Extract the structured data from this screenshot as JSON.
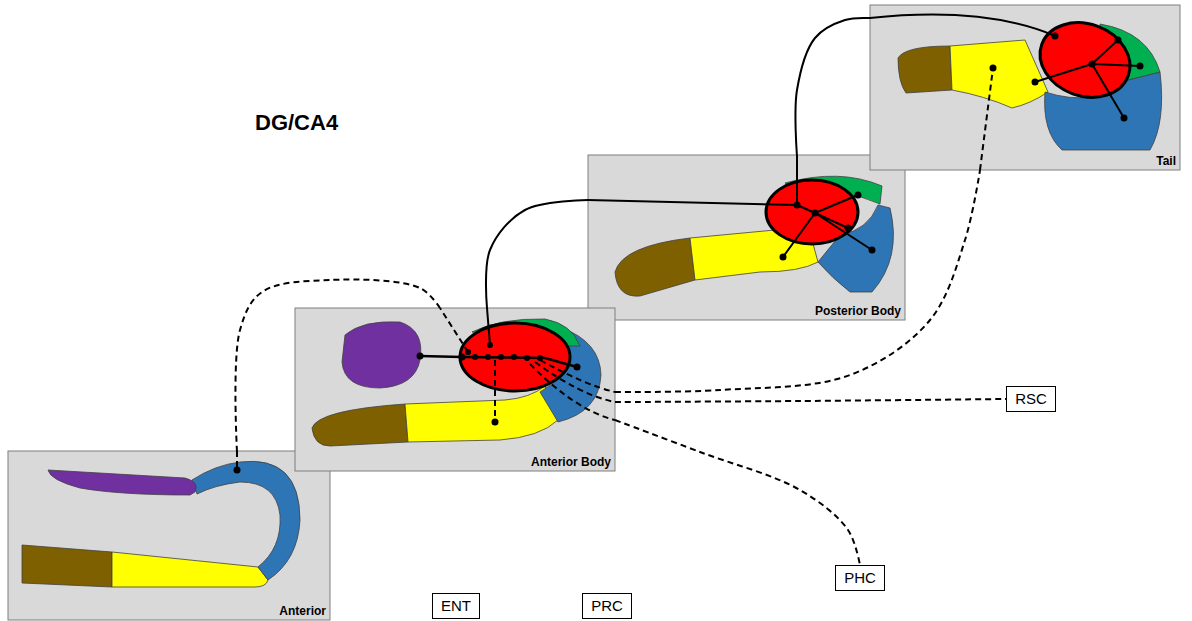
{
  "diagram": {
    "title": "DG/CA4",
    "nodes": [
      {
        "text": [
          "Anterior"
        ]
      },
      {
        "text": [
          "Anterior Body"
        ]
      },
      {
        "text": [
          "Posterior Body"
        ]
      },
      {
        "text": [
          "Tail"
        ]
      },
      {
        "text": [
          "ENT"
        ]
      },
      {
        "text": [
          "PRC"
        ]
      },
      {
        "text": [
          "PHC"
        ]
      },
      {
        "text": [
          "RSC"
        ]
      }
    ],
    "edges": [
      {
        "from": 1,
        "to": 0,
        "arrow": "none"
      },
      {
        "from": 1,
        "to": 2,
        "arrow": "none"
      },
      {
        "from": 2,
        "to": 3,
        "arrow": "none"
      },
      {
        "from": 1,
        "to": 3,
        "arrow": "none"
      },
      {
        "from": 1,
        "to": 7,
        "arrow": "none"
      },
      {
        "from": 1,
        "to": 6,
        "arrow": "none"
      }
    ]
  }
}
